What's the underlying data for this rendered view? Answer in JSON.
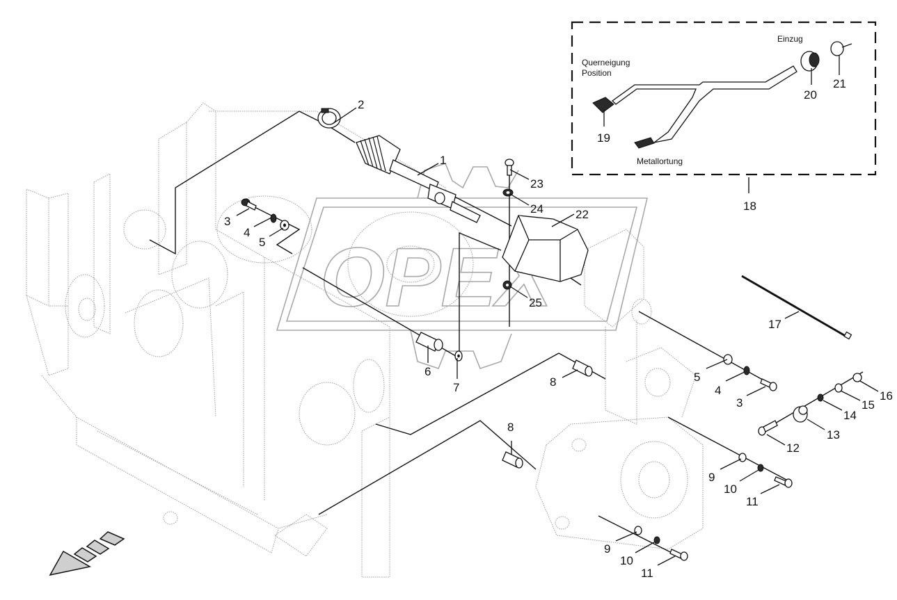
{
  "diagram": {
    "type": "exploded parts diagram",
    "watermark_text": "OPEX",
    "inset": {
      "labels": {
        "querneigung_line1": "Querneigung",
        "querneigung_line2": "Position",
        "einzug": "Einzug",
        "metallortung": "Metallortung"
      },
      "group_callout": "18"
    },
    "callouts": {
      "c1": "1",
      "c2": "2",
      "c3a": "3",
      "c4a": "4",
      "c5a": "5",
      "c6": "6",
      "c7": "7",
      "c8a": "8",
      "c8b": "8",
      "c5b": "5",
      "c4b": "4",
      "c3b": "3",
      "c9a": "9",
      "c10a": "10",
      "c11a": "11",
      "c9b": "9",
      "c10b": "10",
      "c11b": "11",
      "c12": "12",
      "c13": "13",
      "c14": "14",
      "c15": "15",
      "c16": "16",
      "c17": "17",
      "c19": "19",
      "c20": "20",
      "c21": "21",
      "c22": "22",
      "c23": "23",
      "c24": "24",
      "c25": "25"
    },
    "direction_arrow": "travel-direction"
  }
}
